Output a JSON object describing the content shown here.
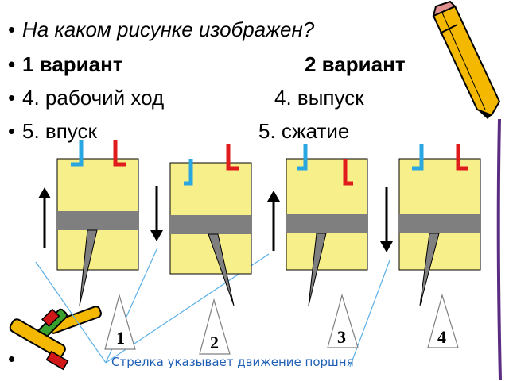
{
  "slide": {
    "question": "На каком рисунке изображен?",
    "variant1_header": "1 вариант",
    "variant2_header": "2 вариант",
    "v1_item4": "4. рабочий ход",
    "v2_item4": "4. выпуск",
    "v1_item5": "5. впуск",
    "v2_item5": "5. сжатие",
    "caption": "Стрелка указывает движение поршня",
    "figure_labels": [
      "1",
      "2",
      "3",
      "4"
    ]
  },
  "colors": {
    "cylinder_fill": "#f7ef8a",
    "piston_fill": "#7f7f7f",
    "intake_valve": "#2aa6e0",
    "exhaust_valve": "#e01b1b",
    "pointer_line": "#5ab0e8",
    "caption_text": "#1f5fb4",
    "pencil_body": "#f5b800",
    "right_border": "#5b2d82"
  },
  "icons": [
    "pencil-icon",
    "crayons-icon",
    "arrow-up-icon",
    "arrow-down-icon"
  ]
}
